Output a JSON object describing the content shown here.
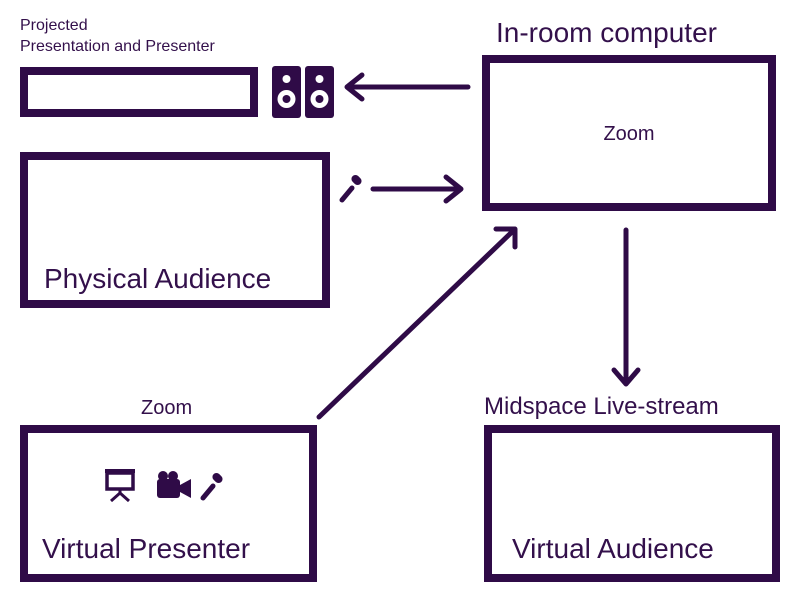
{
  "colors": {
    "ink": "#2f0b47",
    "text": "#33104b",
    "background": "#ffffff"
  },
  "projected": {
    "label_line1": "Projected",
    "label_line2": "Presentation and Presenter",
    "icon": "speaker-icon"
  },
  "in_room": {
    "title": "In-room computer",
    "inner_label": "Zoom"
  },
  "physical": {
    "label": "Physical Audience",
    "icon": "microphone-icon"
  },
  "virtual_presenter": {
    "title": "Zoom",
    "label": "Virtual Presenter",
    "icons": [
      "presentation-icon",
      "video-camera-icon",
      "microphone-icon"
    ]
  },
  "virtual_audience": {
    "title": "Midspace Live-stream",
    "label": "Virtual Audience"
  }
}
